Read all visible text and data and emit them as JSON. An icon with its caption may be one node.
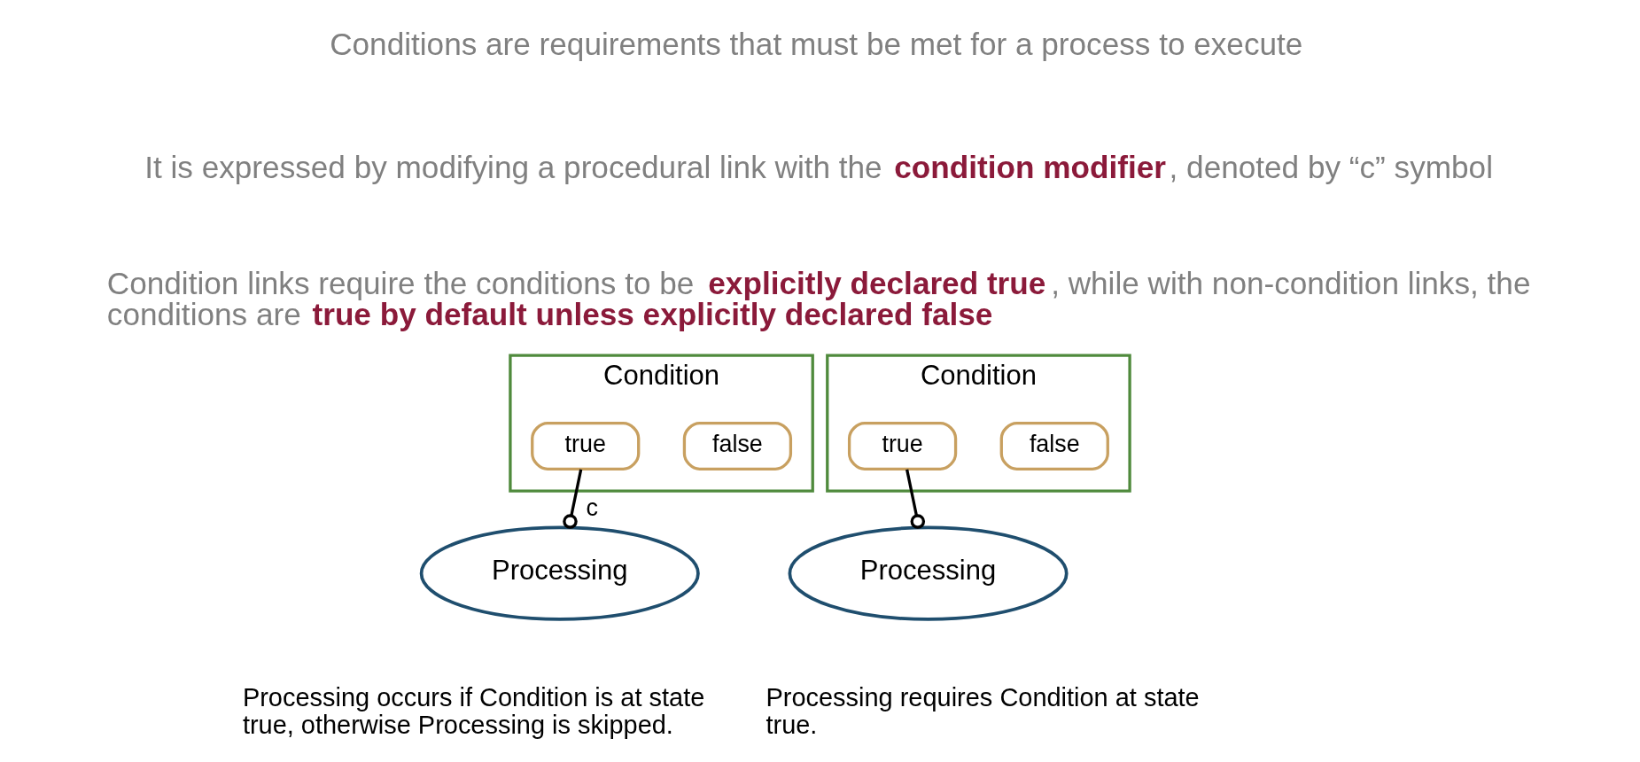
{
  "diagram": {
    "nodes": [
      {
        "text": [
          "Condition"
        ]
      },
      {
        "text": [
          "true"
        ],
        "in": 0
      },
      {
        "text": [
          "false"
        ],
        "in": 0
      },
      {
        "text": [
          "Processing"
        ]
      },
      {
        "text": [
          "Condition"
        ]
      },
      {
        "text": [
          "true"
        ],
        "in": 4
      },
      {
        "text": [
          "false"
        ],
        "in": 4
      },
      {
        "text": [
          "Processing"
        ]
      }
    ],
    "edges": [
      {
        "from": 1,
        "to": 3,
        "arrow": "other",
        "label": "c"
      },
      {
        "from": 5,
        "to": 7,
        "arrow": "other"
      }
    ],
    "labels": [
      "Conditions are requirements that must be met for a process to execute",
      "It is expressed by modifying a procedural link with the **condition modifier**, denoted by “c” symbol",
      "Condition links require the conditions to be **explicitly declared true**, while with non-condition links, the conditions are **true by default unless explicitly declared false**",
      "Processing occurs if Condition is at state true, otherwise Processing is skipped.",
      "Processing requires Condition at state true."
    ]
  }
}
